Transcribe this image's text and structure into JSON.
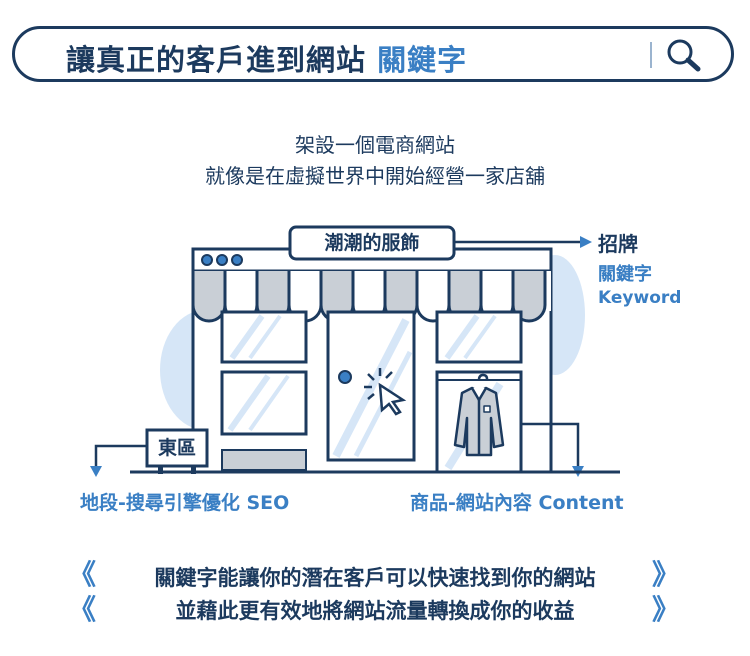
{
  "header": {
    "title_main": "讓真正的客戶進到網站",
    "title_accent": "關鍵字"
  },
  "intro": {
    "line1": "架設一個電商網站",
    "line2": "就像是在虛擬世界中開始經營一家店舖"
  },
  "store": {
    "sign": "潮潮的服飾",
    "address_sign": "東區"
  },
  "annotations": {
    "signboard_title": "招牌",
    "signboard_keyword": "關鍵字",
    "signboard_keyword_en": "Keyword",
    "location": "地段-搜尋引擎優化 SEO",
    "goods": "商品-網站內容 Content"
  },
  "quote": {
    "line1": "關鍵字能讓你的潛在客戶可以快速找到你的網站",
    "line2": "並藉此更有效地將網站流量轉換成你的收益"
  },
  "colors": {
    "navy": "#1c3a5e",
    "accent": "#3a7fc4",
    "light_blue": "#d6e6f7",
    "awning_gray": "#c9cfd6"
  }
}
